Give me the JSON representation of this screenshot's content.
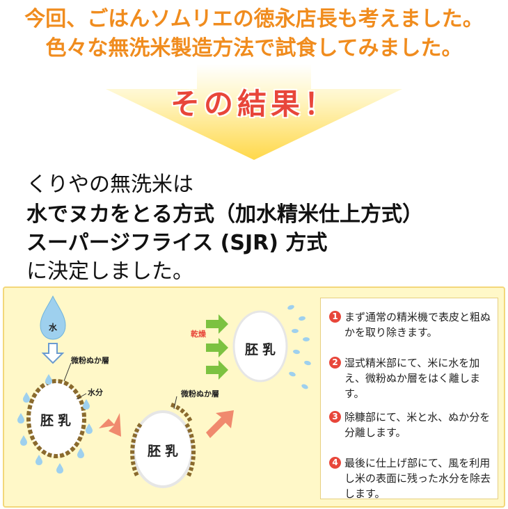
{
  "header": {
    "line1": "今回、ごはんソムリエの徳永店長も考えました。",
    "line2": "色々な無洗米製造方法で試食してみました。"
  },
  "banner": {
    "result": "その結果！"
  },
  "body": {
    "line1": "くりやの無洗米は",
    "line2": "水でヌカをとる方式（加水精米仕上方式）",
    "line3": "スーパージフライス (SJR) 方式",
    "line4": "に決定しました。"
  },
  "diagram": {
    "water_label": "水",
    "bran_label": "微粉ぬか層",
    "moisture_label": "水分",
    "grain_label": "胚乳",
    "bran_label_2": "微粉ぬか層",
    "grain_label_2": "胚乳",
    "dry_label": "乾燥",
    "grain_label_3": "胚乳"
  },
  "steps": [
    {
      "num": "1",
      "text": "まず通常の精米機で表皮と粗ぬかを取り除きます。"
    },
    {
      "num": "2",
      "text": "湿式精米部にて、米に水を加え、微粉ぬか層をはく離します。"
    },
    {
      "num": "3",
      "text": "除糠部にて、米と水、ぬか分を分離します。"
    },
    {
      "num": "4",
      "text": "最後に仕上げ部にて、風を利用し米の表面に残った水分を除去します。"
    }
  ],
  "colors": {
    "header_orange": "#f08c1e",
    "result_red": "#e8463a",
    "panel_bg": "#fff8c8",
    "grain_brown": "#8a6a2e",
    "water_blue": "#9ed0ee",
    "arrow_salmon": "#f08a6e",
    "arrow_green": "#7cc241"
  }
}
